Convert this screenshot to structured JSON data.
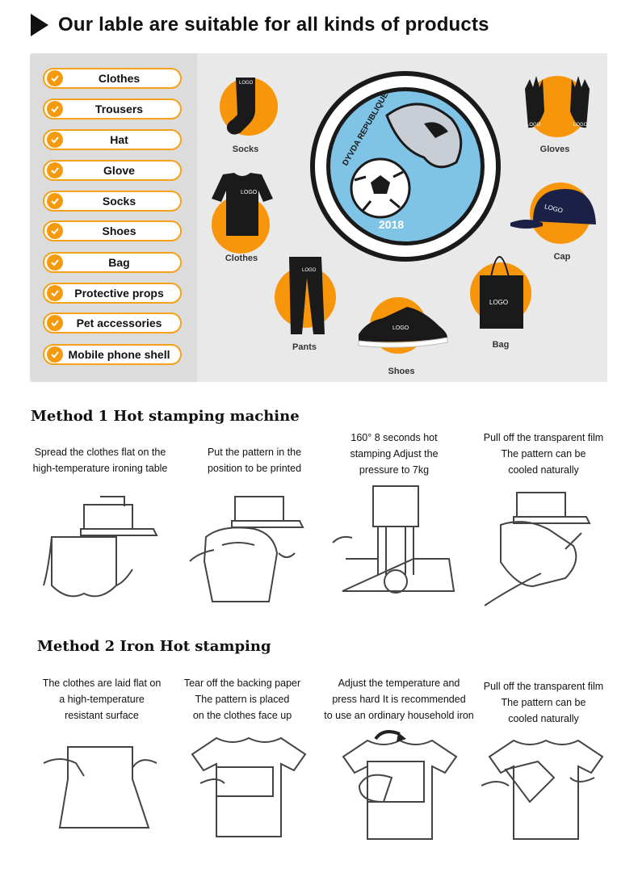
{
  "header": {
    "title": "Our lable are suitable for all kinds of products"
  },
  "product_list": [
    "Clothes",
    "Trousers",
    "Hat",
    "Glove",
    "Socks",
    "Shoes",
    "Bag",
    "Protective props",
    "Pet accessories",
    "Mobile phone shell"
  ],
  "products": {
    "socks": "Socks",
    "clothes": "Clothes",
    "pants": "Pants",
    "shoes": "Shoes",
    "bag": "Bag",
    "cap": "Cap",
    "gloves": "Gloves",
    "logo": "LOGO"
  },
  "badge": {
    "text": "DYVDA REPUBLIQUE FC",
    "year": "2018"
  },
  "method1": {
    "title": "Method 1 Hot stamping machine",
    "steps": [
      [
        "Spread the clothes flat on the",
        "high-temperature ironing table"
      ],
      [
        "Put the pattern in the",
        "position to be printed"
      ],
      [
        "160° 8 seconds hot",
        "stamping Adjust the",
        "pressure to 7kg"
      ],
      [
        "Pull off the transparent film",
        "The pattern can be",
        "cooled naturally"
      ]
    ]
  },
  "method2": {
    "title": "Method 2 Iron Hot stamping",
    "steps": [
      [
        "The clothes are laid flat on",
        "a high-temperature",
        "resistant surface"
      ],
      [
        "Tear off the backing paper",
        "The pattern is placed",
        "on the clothes face up"
      ],
      [
        "Adjust the temperature and",
        "press hard It is recommended",
        "to use an ordinary household iron"
      ],
      [
        "Pull off the transparent film",
        "The pattern can be",
        "cooled naturally"
      ]
    ]
  },
  "colors": {
    "accent": "#f7960b",
    "pill_border": "#f5a21a",
    "panel": "#e9e9e9",
    "badge_blue": "#7fc4e6"
  }
}
